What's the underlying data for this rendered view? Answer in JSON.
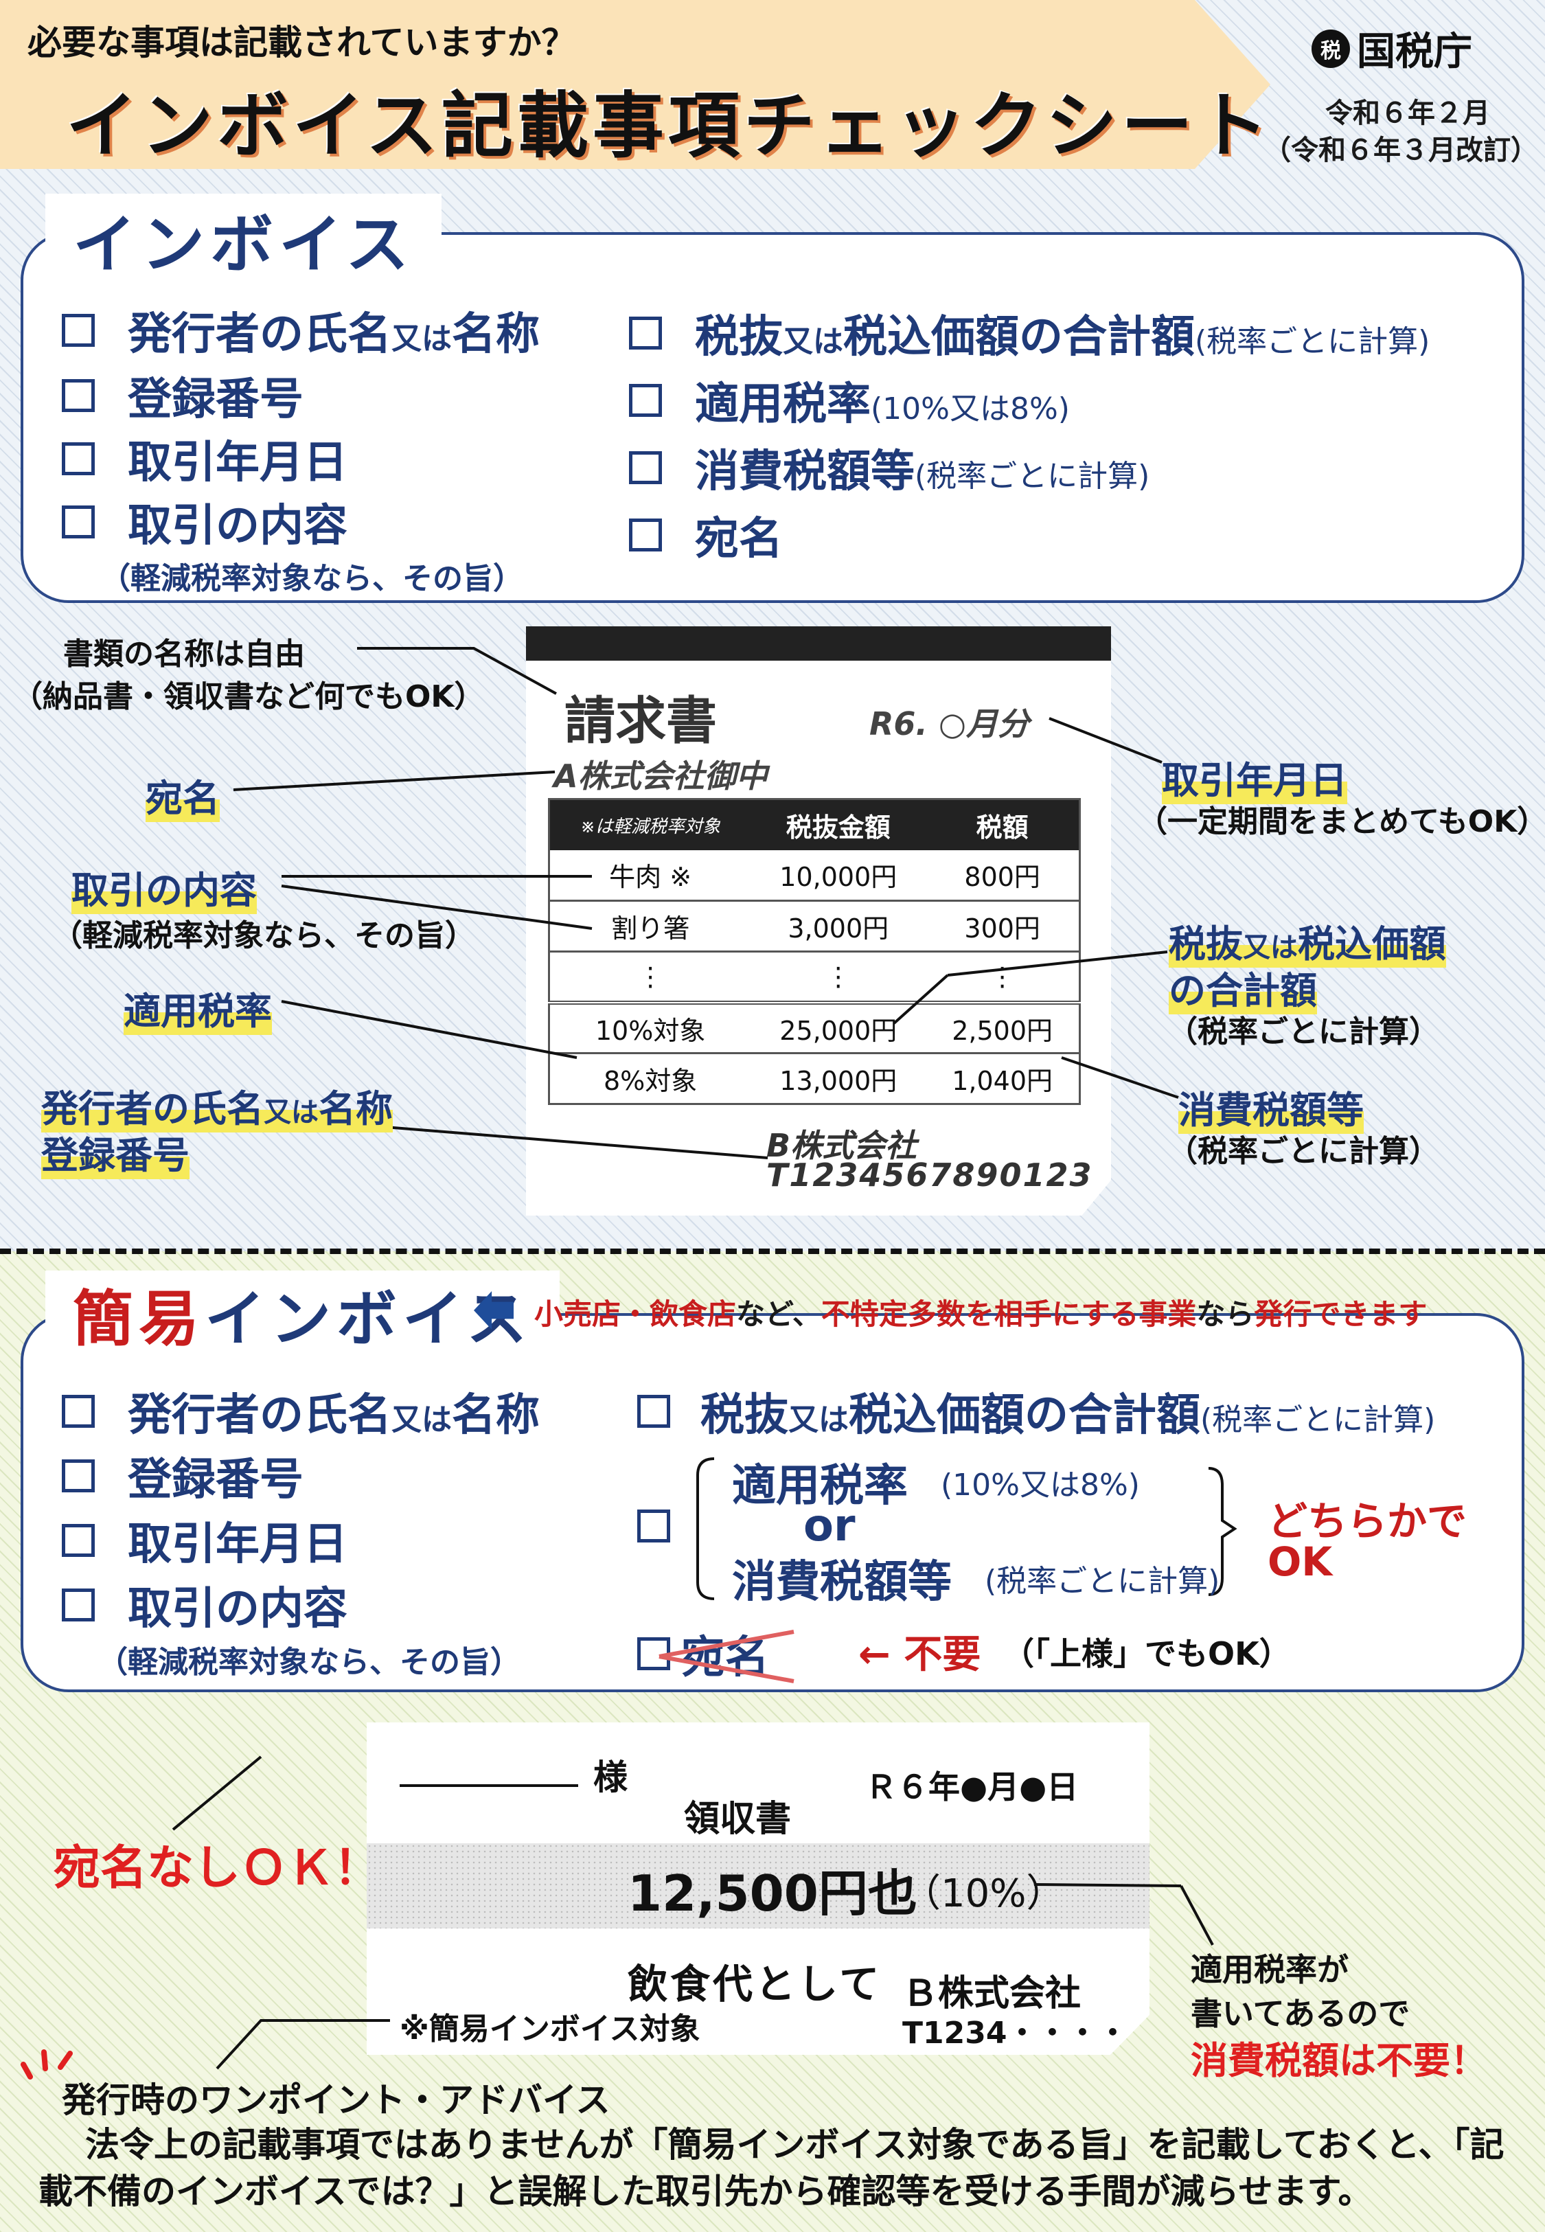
{
  "header": {
    "question": "必要な事項は記載されていますか？",
    "title": "インボイス記載事項チェックシート",
    "agency_emblem": "税",
    "agency": "国税庁",
    "date_line1": "令和６年２月",
    "date_line2": "（令和６年３月改訂）"
  },
  "invoice": {
    "title": "インボイス",
    "items_left": [
      {
        "main": "発行者の氏名",
        "small": "又は",
        "main2": "名称"
      },
      {
        "main": "登録番号"
      },
      {
        "main": "取引年月日"
      },
      {
        "main": "取引の内容",
        "note": "（軽減税率対象なら、その旨）"
      }
    ],
    "items_right": [
      {
        "main": "税抜",
        "small": "又は",
        "main2": "税込価額の合計額",
        "note": "(税率ごとに計算)"
      },
      {
        "main": "適用税率",
        "note": "(10%又は8%)"
      },
      {
        "main": "消費税額等",
        "note": "(税率ごとに計算)"
      },
      {
        "main": "宛名"
      }
    ]
  },
  "invoice_doc": {
    "title": "請求書",
    "period": "R6. ○月分",
    "addressee": "A株式会社御中",
    "table_headers": [
      "※は軽減税率対象",
      "税抜金額",
      "税額"
    ],
    "rows": [
      [
        "牛肉 ※",
        "10,000円",
        "800円"
      ],
      [
        "割り箸",
        "3,000円",
        "300円"
      ],
      [
        "⋮",
        "⋮",
        "⋮"
      ],
      [
        "10%対象",
        "25,000円",
        "2,500円"
      ],
      [
        "8%対象",
        "13,000円",
        "1,040円"
      ]
    ],
    "issuer": "B株式会社",
    "regno": "T1234567890123"
  },
  "annotations": {
    "doc_name_1": "書類の名称は自由",
    "doc_name_2": "（納品書・領収書など何でもOK）",
    "addressee": "宛名",
    "content": "取引の内容",
    "content_note": "（軽減税率対象なら、その旨）",
    "rate": "適用税率",
    "issuer_1a": "発行者の氏名",
    "issuer_1b": "又は",
    "issuer_1c": "名称",
    "issuer_2": "登録番号",
    "date": "取引年月日",
    "date_note": "（一定期間をまとめてもOK）",
    "total_1a": "税抜",
    "total_1b": "又は",
    "total_1c": "税込価額",
    "total_2": "の合計額",
    "total_note": "（税率ごとに計算）",
    "tax": "消費税額等",
    "tax_note": "（税率ごとに計算）"
  },
  "simple": {
    "title_red": "簡易",
    "title_blue": "インボイス",
    "note_a": "小売店・飲食店",
    "note_b": "など、",
    "note_c": "不特定多数を相手にする事業",
    "note_d": "なら",
    "note_e": "発行できます",
    "items_left": [
      {
        "main": "発行者の氏名",
        "small": "又は",
        "main2": "名称"
      },
      {
        "main": "登録番号"
      },
      {
        "main": "取引年月日"
      },
      {
        "main": "取引の内容",
        "note": "（軽減税率対象なら、その旨）"
      }
    ],
    "total": {
      "main": "税抜",
      "small": "又は",
      "main2": "税込価額の合計額",
      "note": "(税率ごとに計算)"
    },
    "rate": {
      "main": "適用税率",
      "note": "(10%又は8%)"
    },
    "or": "or",
    "tax": {
      "main": "消費税額等",
      "note": "(税率ごとに計算)"
    },
    "either_1": "どちらかで",
    "either_2": "OK",
    "addressee": "宛名",
    "unneeded_arrow": "←",
    "unneeded": "不要",
    "unneeded_note": "（「上様」でもOK）"
  },
  "receipt": {
    "sama": "様",
    "title": "領収書",
    "date": "Ｒ６年●月●日",
    "amount": "12,500円也",
    "rate": "（10%）",
    "purpose": "飲食代として",
    "issuer": "Ｂ株式会社",
    "note": "※簡易インボイス対象",
    "regno": "T1234・・・・・・"
  },
  "callouts": {
    "no_addressee": "宛名なしＯＫ！",
    "rate_written_1": "適用税率が",
    "rate_written_2": "書いてあるので",
    "tax_unneeded": "消費税額は不要！"
  },
  "advice": {
    "title": "発行時のワンポイント・アドバイス",
    "body": "法令上の記載事項ではありませんが「簡易インボイス対象である旨」を記載しておくと、「記載不備のインボイスでは？」と誤解した取引先から確認等を受ける手間が減らせます。"
  },
  "colors": {
    "navy": "#1f3a78",
    "red": "#c81e1e",
    "header_bg": "#fbe3b8",
    "highlight": "#f6ea5a"
  }
}
